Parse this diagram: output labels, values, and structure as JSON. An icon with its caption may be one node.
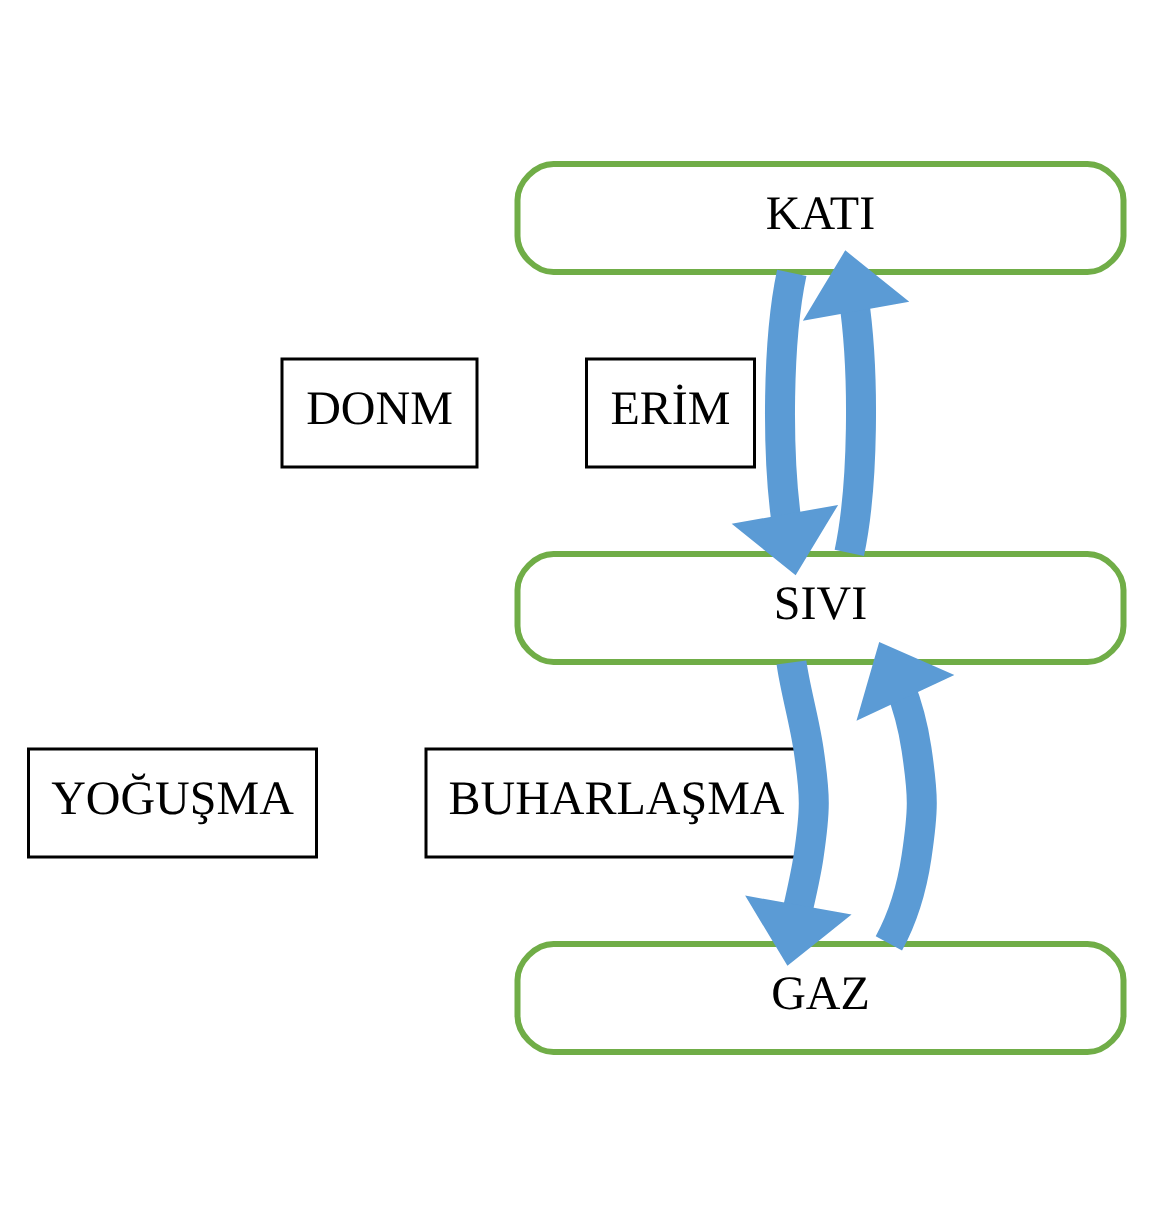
{
  "diagram": {
    "nodes": [
      {
        "text": [
          "KATI"
        ]
      },
      {
        "text": [
          "DONM"
        ]
      },
      {
        "text": [
          "ERİM"
        ]
      },
      {
        "text": [
          "SIVI"
        ]
      },
      {
        "text": [
          "YOĞUŞMA"
        ]
      },
      {
        "text": [
          "BUHARLAŞMA"
        ]
      },
      {
        "text": [
          "GAZ"
        ]
      }
    ],
    "edges": [
      {
        "from": 3,
        "to": 0,
        "arrow": "to"
      },
      {
        "from": 0,
        "to": 3,
        "arrow": "to"
      },
      {
        "from": 6,
        "to": 3,
        "arrow": "to"
      },
      {
        "from": 3,
        "to": 6,
        "arrow": "to"
      }
    ]
  }
}
